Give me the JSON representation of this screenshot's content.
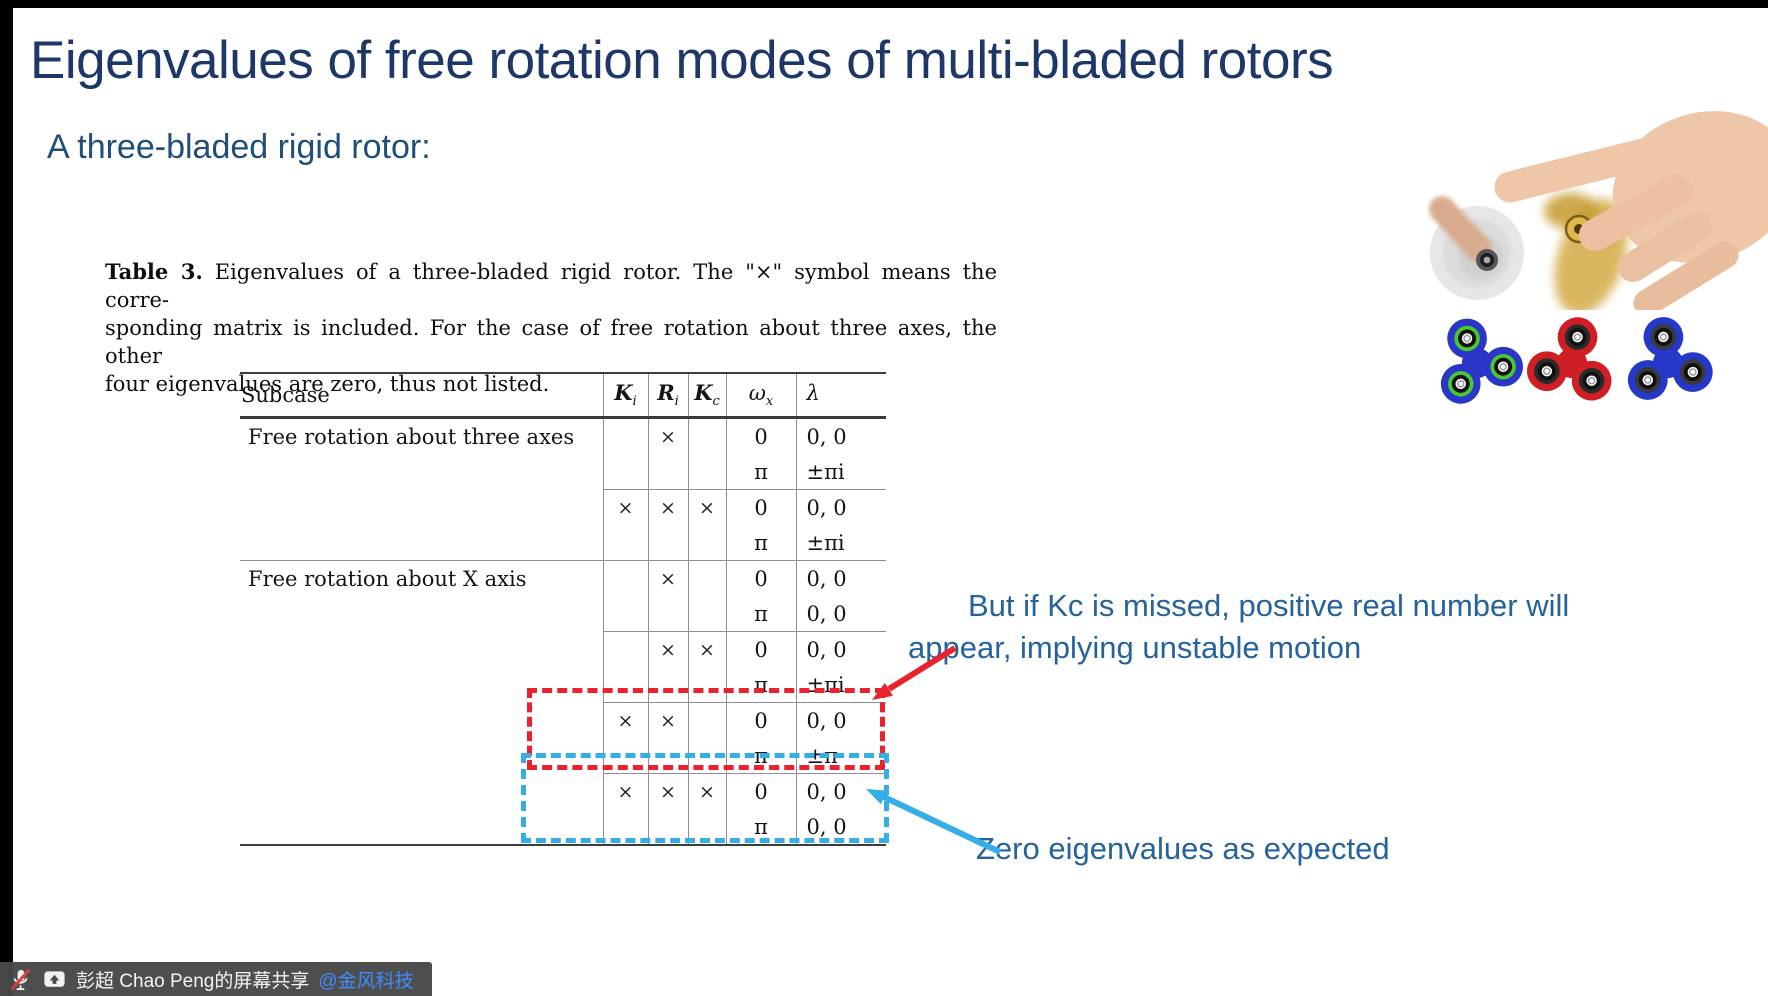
{
  "slide": {
    "title": "Eigenvalues of free rotation modes of multi-bladed rotors",
    "subtitle": "A three-bladed rigid rotor:"
  },
  "caption": {
    "label": "Table 3.",
    "line1": "Eigenvalues of a three-bladed rigid rotor. The \"×\" symbol means the corre-",
    "line2": "sponding matrix is included. For the case of free rotation about three axes, the other",
    "line3": "four eigenvalues are zero, thus not listed."
  },
  "table": {
    "headers": {
      "subcase": "Subcase",
      "ki": {
        "main": "K",
        "sub": "i"
      },
      "ri": {
        "main": "R",
        "sub": "i"
      },
      "kc": {
        "main": "K",
        "sub": "c"
      },
      "wx": {
        "main": "ω",
        "sub": "x"
      },
      "lambda": {
        "main": "λ",
        "sub": ""
      }
    },
    "rows": [
      {
        "subcase": "Free rotation about three axes",
        "ki": "",
        "ri": "×",
        "kc": "",
        "wx": "0",
        "lambda": "0, 0"
      },
      {
        "subcase": "",
        "ki": "",
        "ri": "",
        "kc": "",
        "wx": "π",
        "lambda": "±πi"
      },
      {
        "subcase": "",
        "ki": "×",
        "ri": "×",
        "kc": "×",
        "wx": "0",
        "lambda": "0, 0"
      },
      {
        "subcase": "",
        "ki": "",
        "ri": "",
        "kc": "",
        "wx": "π",
        "lambda": "±πi"
      },
      {
        "subcase": "Free rotation about X axis",
        "ki": "",
        "ri": "×",
        "kc": "",
        "wx": "0",
        "lambda": "0, 0"
      },
      {
        "subcase": "",
        "ki": "",
        "ri": "",
        "kc": "",
        "wx": "π",
        "lambda": "0, 0"
      },
      {
        "subcase": "",
        "ki": "",
        "ri": "×",
        "kc": "×",
        "wx": "0",
        "lambda": "0, 0"
      },
      {
        "subcase": "",
        "ki": "",
        "ri": "",
        "kc": "",
        "wx": "π",
        "lambda": "±πi"
      },
      {
        "subcase": "",
        "ki": "×",
        "ri": "×",
        "kc": "",
        "wx": "0",
        "lambda": "0, 0"
      },
      {
        "subcase": "",
        "ki": "",
        "ri": "",
        "kc": "",
        "wx": "π",
        "lambda": "±π"
      },
      {
        "subcase": "",
        "ki": "×",
        "ri": "×",
        "kc": "×",
        "wx": "0",
        "lambda": "0, 0"
      },
      {
        "subcase": "",
        "ki": "",
        "ri": "",
        "kc": "",
        "wx": "π",
        "lambda": "0, 0"
      }
    ]
  },
  "annotations": {
    "unstable_line1": "But if Kc is missed, positive real number will",
    "unstable_line2": "appear, implying unstable motion",
    "zero_eig": "Zero eigenvalues as expected"
  },
  "share_bar": {
    "label": "彭超 Chao Peng的屏幕共享",
    "mention": "@金风科技"
  },
  "colors": {
    "title_navy": "#1c3768",
    "subtitle_blue": "#1f4e79",
    "annotation_blue": "#26629c",
    "red_accent": "#e8232d",
    "lightblue_accent": "#35aee8",
    "mention_blue": "#3f8cff"
  },
  "decor": {
    "spinners": [
      {
        "body": "#2b35c8",
        "ring": "#45c832"
      },
      {
        "body": "#cf1f24",
        "ring": "#2a2a2a"
      },
      {
        "body": "#2438c9",
        "ring": "#3a3a3a"
      }
    ]
  }
}
